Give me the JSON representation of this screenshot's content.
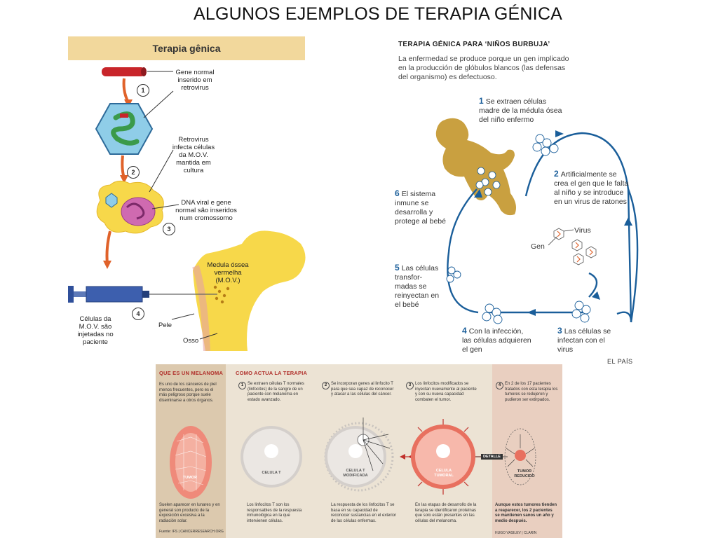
{
  "title": "ALGUNOS EJEMPLOS DE TERAPIA GÉNICA",
  "left_panel": {
    "header": "Terapia gênica",
    "gene_label": "Gene normal inserido em retrovirus",
    "retro_label": "Retrovirus infecta células da M.O.V. mantida em cultura",
    "dna_label": "DNA viral e gene normal são inseridos num cromossomo",
    "medula_label": "Medula óssea vermelha (M.O.V.)",
    "celulas_label": "Células da M.O.V. são injetadas no paciente",
    "pele_label": "Pele",
    "osso_label": "Osso",
    "steps": [
      "1",
      "2",
      "3",
      "4"
    ],
    "colors": {
      "header_bg": "#f2d89c",
      "arrow": "#e0622a",
      "bone": "#f7d84a",
      "syringe": "#2f4f9a"
    }
  },
  "right_panel": {
    "title": "TERAPIA GÉNICA PARA ‘NIÑOS BURBUJA’",
    "intro": "La enfermedad se produce porque un gen implicado en la producción de glóbulos blancos (las defensas del organismo) es defectuoso.",
    "steps": [
      {
        "num": "1",
        "text": "Se extraen células madre de la médula ósea del niño enfermo"
      },
      {
        "num": "2",
        "text": "Artificialmente se crea el gen que le falta al niño y se introduce en un virus de ratones"
      },
      {
        "num": "3",
        "text": "Las células se infectan con el virus"
      },
      {
        "num": "4",
        "text": "Con la infección, las células adquieren el gen"
      },
      {
        "num": "5",
        "text": "Las células transfor- madas se reinyectan en el bebé"
      },
      {
        "num": "6",
        "text": "El sistema inmune se desarrolla y protege al bebé"
      }
    ],
    "virus_label": "Virus",
    "gen_label": "Gen",
    "credit": "EL PAÍS",
    "colors": {
      "cycle": "#1a5e9a",
      "silhouette": "#c9a040"
    }
  },
  "bottom_panel": {
    "que_es_title": "QUE ES UN MELANOMA",
    "que_es_text": "Es uno de los cánceres de piel menos frecuentes, pero es el más peligroso porque suele diseminarse a otros órganos.",
    "tumor_label": "TUMOR",
    "que_es_bottom": "Suelen aparecer en lunares y en general son producto de la exposición excesiva a la radiación solar.",
    "source": "Fuente: IFS | CANCERRESEARCH.ORG",
    "como_title": "COMO ACTUA LA TERAPIA",
    "steps": [
      {
        "num": "1",
        "text": "Se extraen células T normales (linfocitos) de la sangre de un paciente con melanoma en estado avanzado."
      },
      {
        "num": "2",
        "text": "Se incorporan genes al linfocito T para que sea capaz de reconocer y atacar a las células del cáncer."
      },
      {
        "num": "3",
        "text": "Los linfocitos modificados se inyectan nuevamente al paciente y con su nueva capacidad combaten el tumor."
      },
      {
        "num": "4",
        "text": "En 2 de los 17 pacientes tratados con esta terapia los tumores se redujeron y pudieron ser extirpados."
      }
    ],
    "disc_labels": [
      "CELULA T",
      "CELULA T MODIFICADA",
      "CELULA TUMORAL"
    ],
    "detalle": "DETALLE",
    "tumor_reducido": "TUMOR REDUCIDO",
    "bottom_texts": [
      "Los linfocitos T son los responsables de la respuesta inmunológica en la que intervienen células.",
      "La respuesta de los linfocitos T se basa en su capacidad de reconocer sustancias en el exterior de las células enfermas.",
      "En las etapas de desarrollo de la terapia se identificaron proteínas que solo están presentes en las células del melanoma."
    ],
    "final_text": "Aunque estos tumores tienden a reaparecer, los 2 pacientes se mantienen sanos un año y medio después.",
    "credit": "HUGO VASILEV | CLARIN",
    "colors": {
      "accent": "#b0302b",
      "bg": "#ece3d4"
    }
  }
}
